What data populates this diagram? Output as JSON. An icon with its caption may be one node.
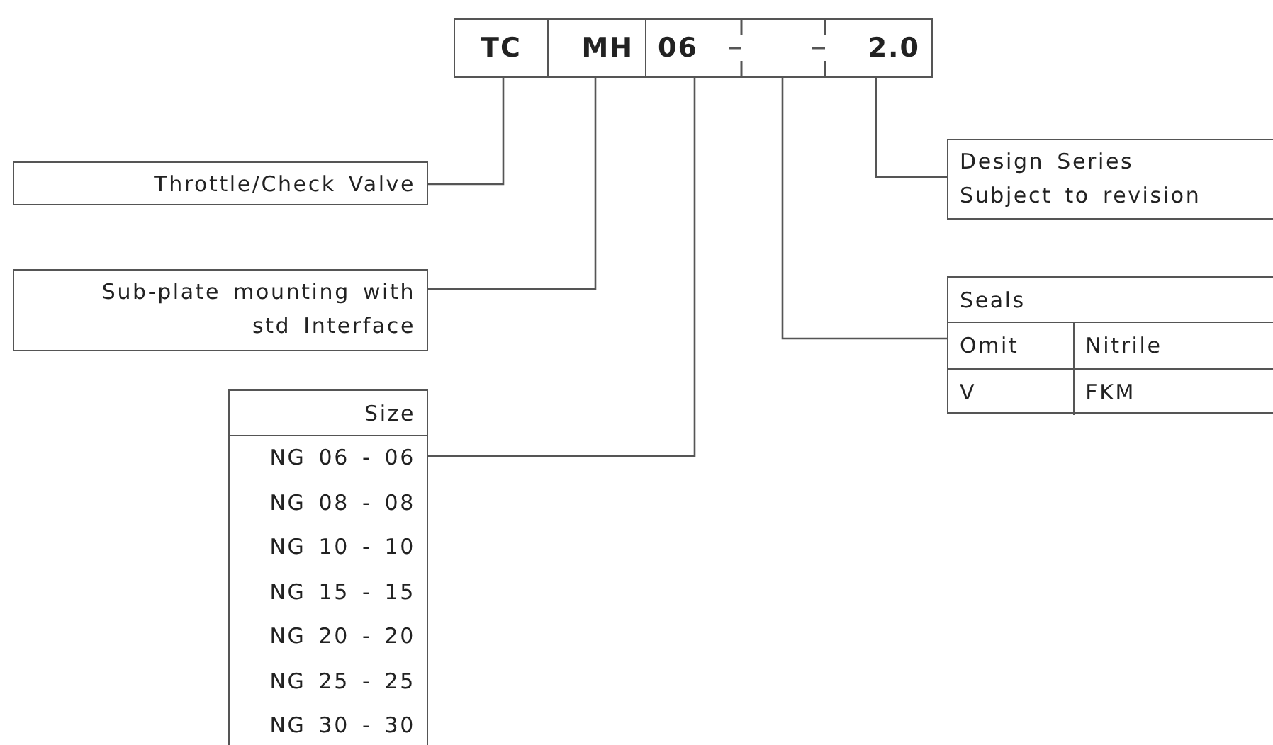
{
  "diagram": {
    "nodes": [
      {
        "text": [
          "TC"
        ]
      },
      {
        "text": [
          "MH"
        ]
      },
      {
        "text": [
          "06"
        ]
      },
      {
        "text": [],
        "shape": "box"
      },
      {
        "text": [
          "2.0"
        ]
      },
      {
        "text": [
          "Throttle/Check Valve"
        ]
      },
      {
        "text": [
          "Sub-plate mounting with std Interface"
        ]
      },
      {
        "text": [
          "Size",
          "NG 06 - 06",
          "NG 08 - 08",
          "NG 10 - 10",
          "NG 15 - 15",
          "NG 20 - 20",
          "NG 25 - 25",
          "NG 30 - 30"
        ]
      },
      {
        "text": [
          "Design Series",
          "Subject to revision"
        ]
      },
      {
        "text": [
          "Seals",
          "Omit",
          "Nitrile",
          "V",
          "FKM"
        ]
      }
    ],
    "edges": [
      {
        "from": 0,
        "to": 5,
        "arrow": "none"
      },
      {
        "from": 1,
        "to": 6,
        "arrow": "none"
      },
      {
        "from": 2,
        "to": 7,
        "arrow": "none"
      },
      {
        "from": 3,
        "to": 9,
        "arrow": "none"
      },
      {
        "from": 4,
        "to": 8,
        "arrow": "none"
      }
    ]
  }
}
